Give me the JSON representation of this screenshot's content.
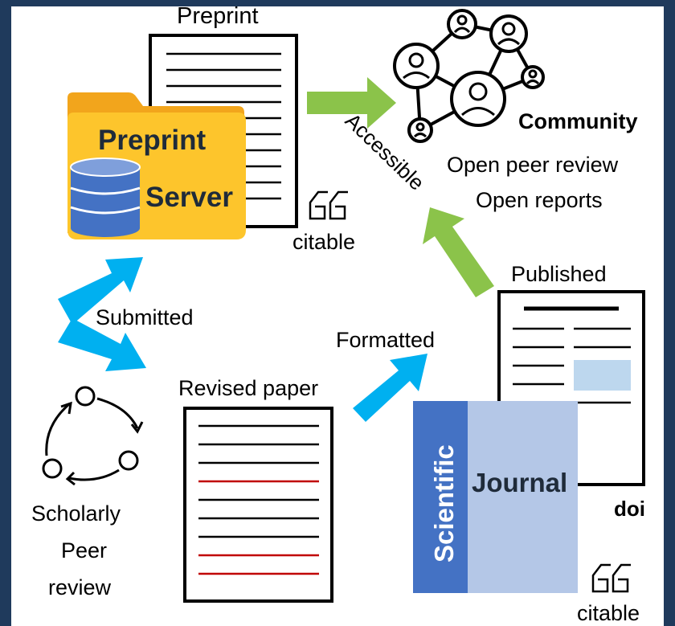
{
  "labels": {
    "preprint": "Preprint",
    "preprint_server_line1": "Preprint",
    "preprint_server_line2": "Server",
    "citable_top": "citable",
    "community": "Community",
    "open_peer_review": "Open peer review",
    "open_reports": "Open reports",
    "accessible": "Accessible",
    "published": "Published",
    "submitted": "Submitted",
    "formatted": "Formatted",
    "revised_paper": "Revised paper",
    "scholarly": "Scholarly",
    "peer": "Peer",
    "review": "review",
    "scientific": "Scientific",
    "journal": "Journal",
    "doi": "doi",
    "citable_bottom": "citable"
  },
  "colors": {
    "frame": "#1f3a5c",
    "panel": "#ffffff",
    "folder_back": "#f2a51c",
    "folder_front": "#fdc52c",
    "database": "#4472c4",
    "arrow_green": "#8bc34a",
    "arrow_blue": "#00b0f0",
    "journal_spine": "#4472c4",
    "journal_cover": "#b4c7e7",
    "revision_line": "#c00000",
    "published_box": "#bdd7ee"
  },
  "icons": [
    "folder-icon",
    "database-icon",
    "quote-icon",
    "community-network-icon",
    "peer-review-cycle-icon"
  ]
}
